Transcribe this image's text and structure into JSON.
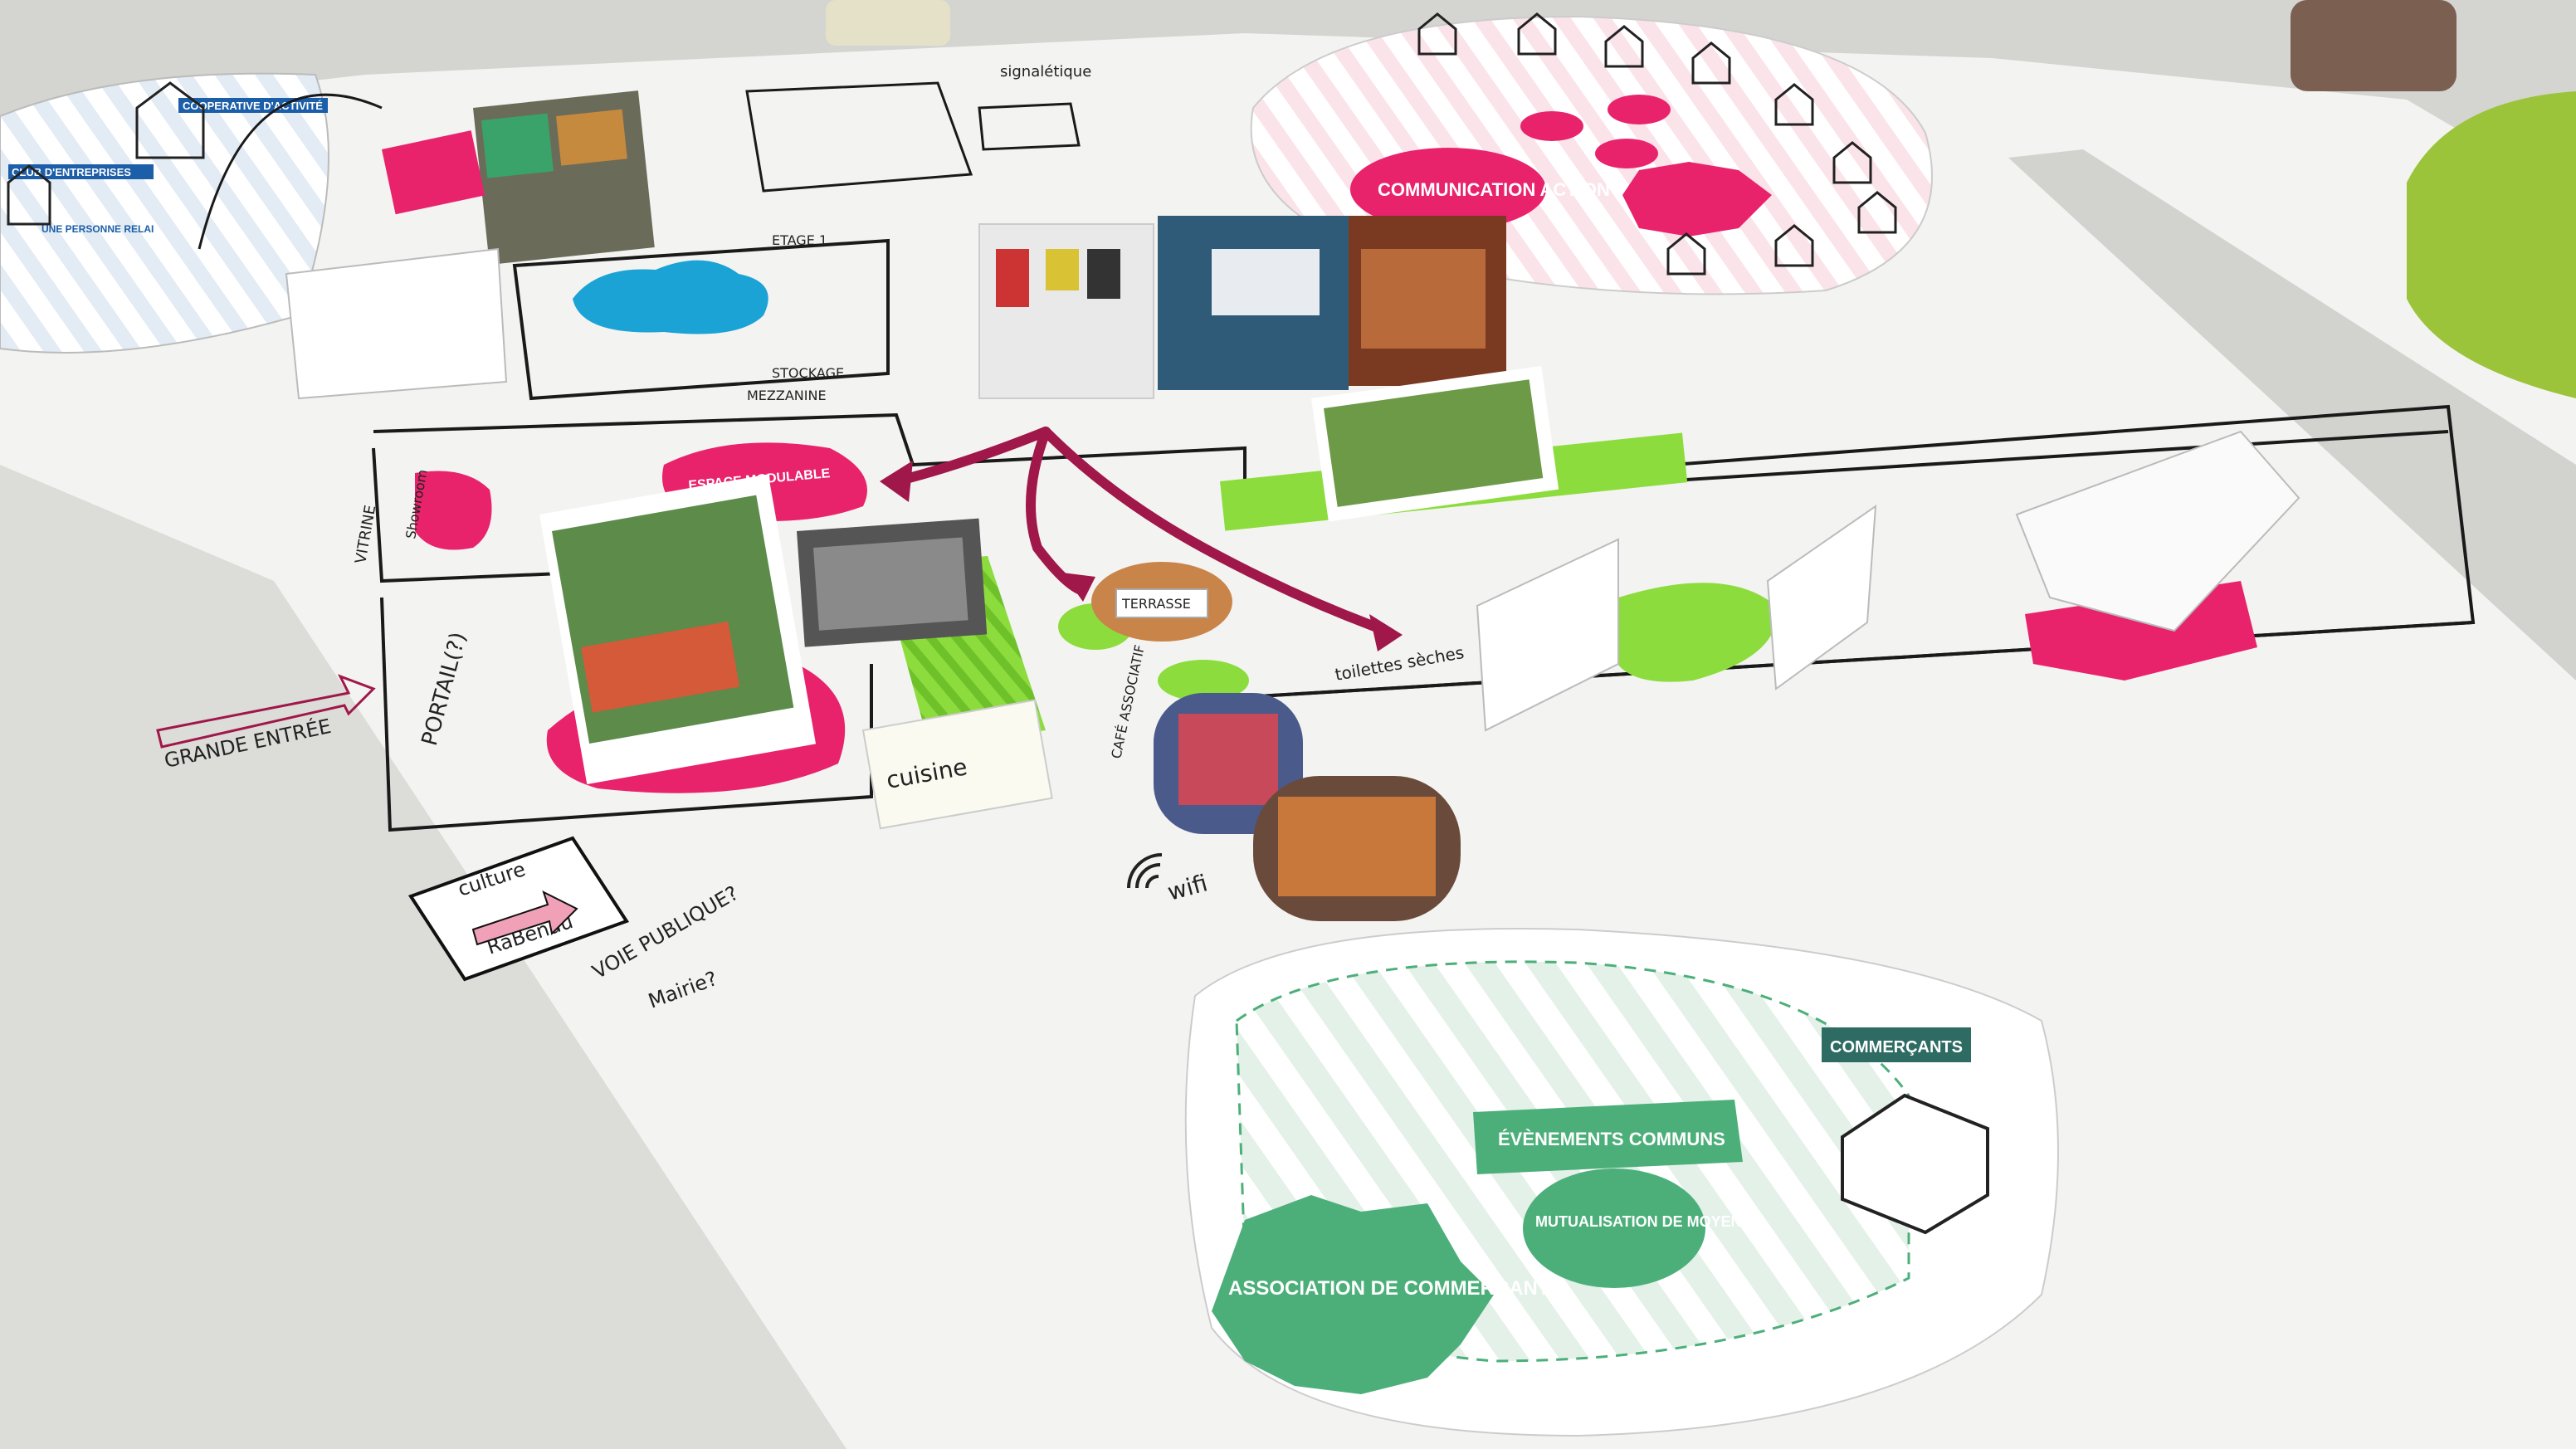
{
  "colors": {
    "table": "#cfcfcb",
    "paper": "#f4f4f2",
    "magenta": "#e8236b",
    "lime": "#8ddc3e",
    "teal_green": "#4caf7a",
    "dark_teal": "#2e6b63",
    "crimson": "#a0174a",
    "blue": "#1ba3d6"
  },
  "labels": {
    "cooperative": "COOPERATIVE D'ACTIVITÉ",
    "club": "CLUB D'ENTREPRISES",
    "relai": "UNE PERSONNE RELAI",
    "etage": "ETAGE 1",
    "mezzanine": "MEZZANINE",
    "stockage": "STOCKAGE",
    "vitrine": "VITRINE",
    "showroom": "Showroom",
    "espace_modulable": "ESPACE MODULABLE",
    "grande_entree": "GRANDE ENTRÉE",
    "portail": "PORTAIL(?)",
    "cuisine": "cuisine",
    "terrasse": "TERRASSE",
    "cafe_associatif": "CAFÉ ASSOCIATIF",
    "toilettes": "toilettes sèches",
    "wifi": "wifi",
    "culture": "culture",
    "rabenau": "RaBenau",
    "voie_publique": "VOIE PUBLIQUE?",
    "mairie": "Mairie?",
    "signaletique": "signalétique",
    "communication_action": "COMMUNICATION ACTION",
    "commercants_tag": "COMMERÇANTS",
    "evenements": "ÉVÈNEMENTS COMMUNS",
    "mutualisation": "MUTUALISATION DE MOYENS",
    "association": "ASSOCIATION DE COMMERÇANTS"
  }
}
